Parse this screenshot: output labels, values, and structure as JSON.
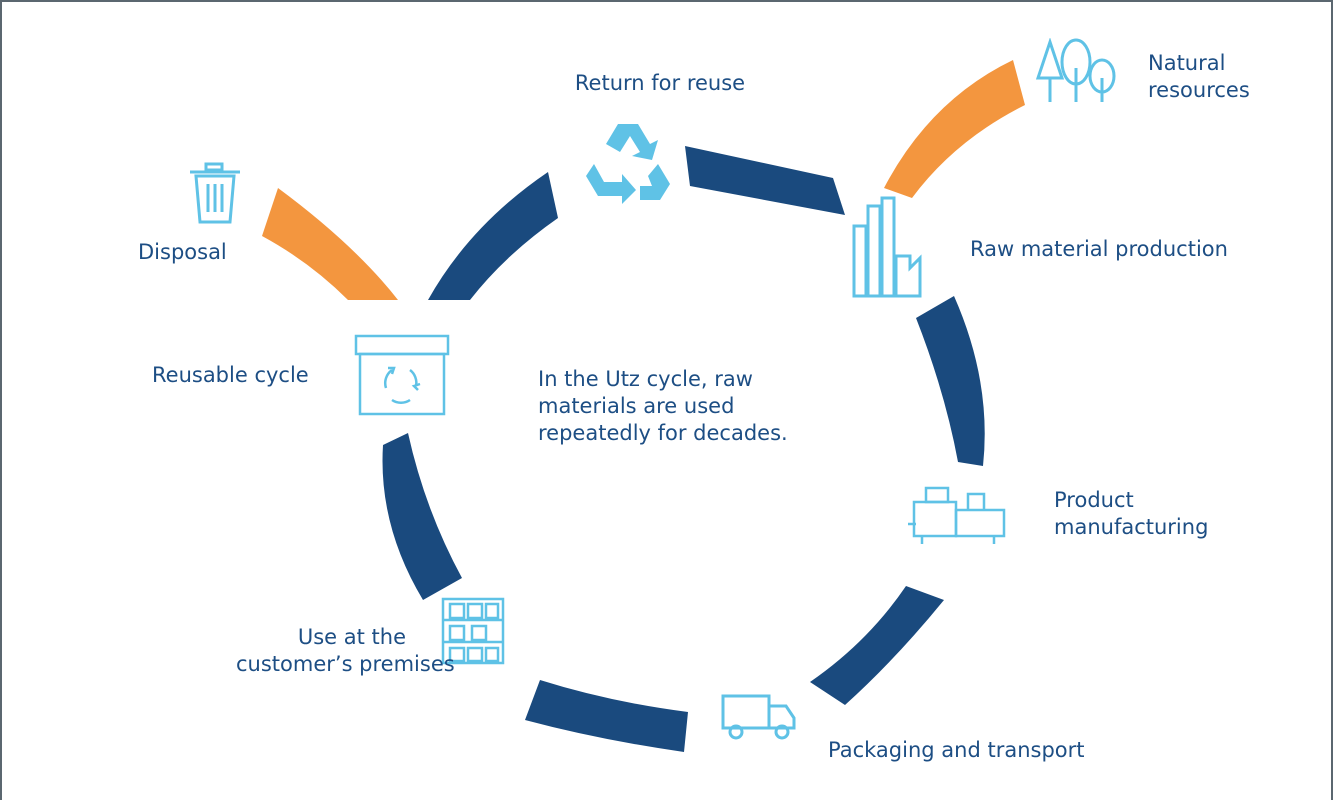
{
  "colors": {
    "primary_arrow": "#1a4a7e",
    "branch_arrow": "#f3963f",
    "icon": "#5fc2e6",
    "text": "#1d4e84",
    "frame": "#5b6770"
  },
  "center_text": [
    "In the Utz cycle, raw",
    "materials are used",
    "repeatedly for decades."
  ],
  "nodes": {
    "natural_resources": {
      "lines": [
        "Natural",
        "resources"
      ],
      "icon": "trees-icon"
    },
    "raw_material": {
      "lines": [
        "Raw material production"
      ],
      "icon": "silo-icon"
    },
    "manufacturing": {
      "lines": [
        "Product",
        "manufacturing"
      ],
      "icon": "machine-icon"
    },
    "transport": {
      "lines": [
        "Packaging and transport"
      ],
      "icon": "truck-icon"
    },
    "customer": {
      "lines": [
        "Use at the",
        "customer’s premises"
      ],
      "icon": "shelving-icon"
    },
    "reusable": {
      "lines": [
        "Reusable cycle"
      ],
      "icon": "crate-recycle-icon"
    },
    "disposal": {
      "lines": [
        "Disposal"
      ],
      "icon": "trash-icon"
    },
    "return": {
      "lines": [
        "Return for reuse"
      ],
      "icon": "recycle-icon"
    }
  }
}
